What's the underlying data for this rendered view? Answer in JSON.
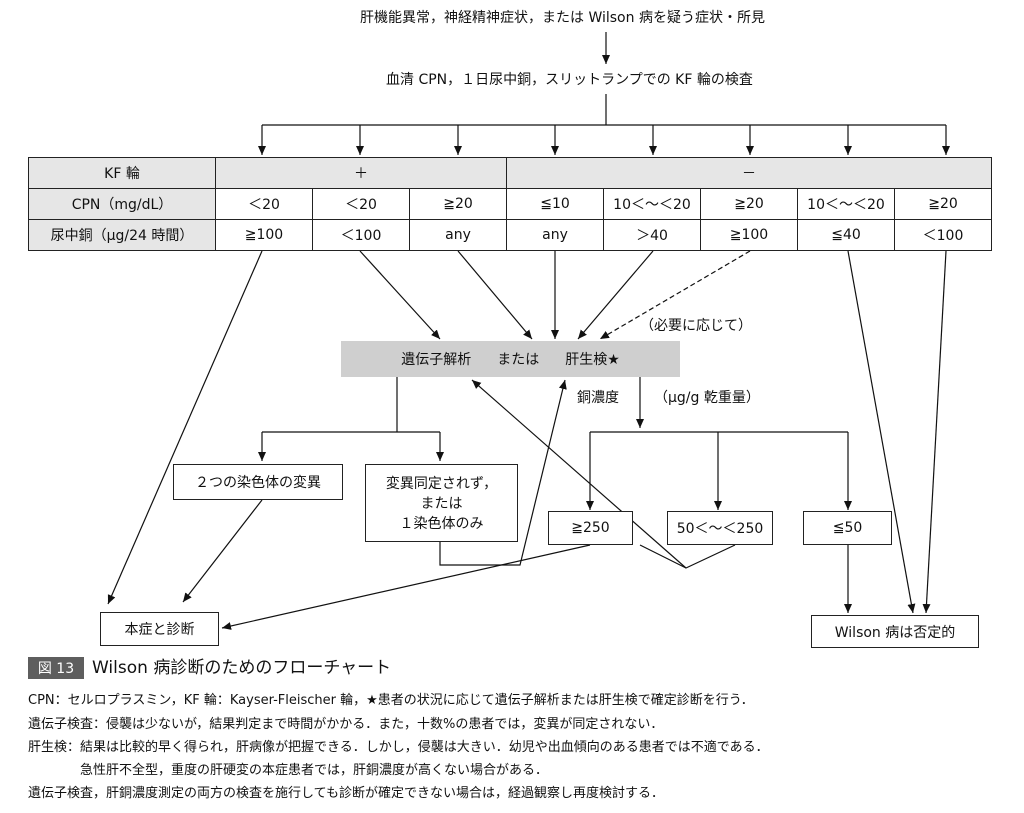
{
  "top_symptoms": "肝機能異常，神経精神症状，または Wilson 病を疑う症状・所見",
  "screening": "血清 CPN，１日尿中銅，スリットランプでの KF 輪の検査",
  "table": {
    "row_labels": [
      "KF 輪",
      "CPN（mg/dL）",
      "尿中銅（μg/24 時間）"
    ],
    "kf_positive": "＋",
    "kf_negative": "－",
    "cpn": [
      "＜20",
      "＜20",
      "≧20",
      "≦10",
      "10＜～＜20",
      "≧20",
      "10＜～＜20",
      "≧20"
    ],
    "urine_cu": [
      "≧100",
      "＜100",
      "any",
      "any",
      "＞40",
      "≧100",
      "≦40",
      "＜100"
    ]
  },
  "as_needed": "（必要に応じて）",
  "banner": {
    "gene": "遺伝子解析",
    "or": "または",
    "biopsy": "肝生検★"
  },
  "liver_cu": "銅濃度",
  "liver_cu_unit": "（μg/g 乾重量）",
  "boxes": {
    "two_chrom": "２つの染色体の変異",
    "unidentified_l1": "変異同定されず，",
    "unidentified_l2": "または",
    "unidentified_l3": "１染色体のみ",
    "cu_high": "≧250",
    "cu_mid": "50＜～＜250",
    "cu_low": "≦50",
    "diagnosis": "本症と診断",
    "negative": "Wilson 病は否定的"
  },
  "figure": {
    "tag": "図 13",
    "title": "Wilson 病診断のためのフローチャート"
  },
  "caption": [
    "CPN：セルロプラスミン，KF 輪：Kayser-Fleischer 輪，★患者の状況に応じて遺伝子解析または肝生検で確定診断を行う．",
    "遺伝子検査：侵襲は少ないが，結果判定まで時間がかかる．また，十数%の患者では，変異が同定されない．",
    "肝生検：結果は比較的早く得られ，肝病像が把握できる．しかし，侵襲は大きい．幼児や出血傾向のある患者では不適である．",
    "　　　　急性肝不全型，重度の肝硬変の本症患者では，肝銅濃度が高くない場合がある．",
    "遺伝子検査，肝銅濃度測定の両方の検査を施行しても診断が確定できない場合は，経過観察し再度検討する．"
  ]
}
